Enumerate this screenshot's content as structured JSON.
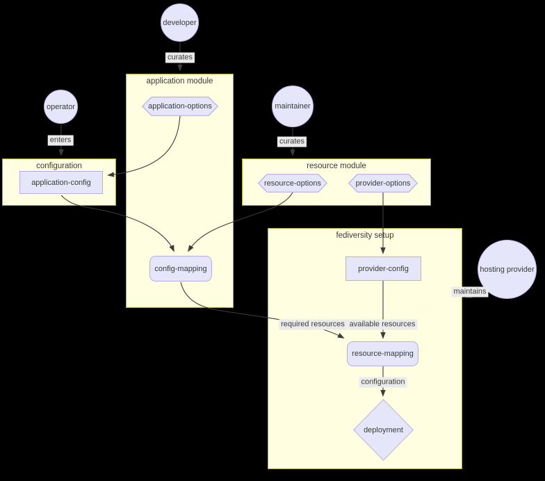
{
  "clusters": {
    "application_module": {
      "label": "application module"
    },
    "configuration": {
      "label": "configuration"
    },
    "resource_module": {
      "label": "resource module"
    },
    "fediversity_setup": {
      "label": "fediversity setup"
    }
  },
  "nodes": {
    "developer": {
      "label": "developer",
      "shape": "circle"
    },
    "operator": {
      "label": "operator",
      "shape": "circle"
    },
    "maintainer": {
      "label": "maintainer",
      "shape": "circle"
    },
    "hosting_provider": {
      "label": "hosting provider",
      "shape": "circle"
    },
    "application_options": {
      "label": "application-options",
      "shape": "hexagon"
    },
    "application_config": {
      "label": "application-config",
      "shape": "box"
    },
    "resource_options": {
      "label": "resource-options",
      "shape": "hexagon"
    },
    "provider_options": {
      "label": "provider-options",
      "shape": "hexagon"
    },
    "config_mapping": {
      "label": "config-mapping",
      "shape": "rounded-box"
    },
    "provider_config": {
      "label": "provider-config",
      "shape": "box"
    },
    "resource_mapping": {
      "label": "resource-mapping",
      "shape": "rounded-box"
    },
    "deployment": {
      "label": "deployment",
      "shape": "diamond"
    }
  },
  "edges": [
    {
      "from": "developer",
      "to": "application module (cluster)",
      "label": "curates"
    },
    {
      "from": "operator",
      "to": "configuration (cluster)",
      "label": "enters"
    },
    {
      "from": "maintainer",
      "to": "resource module (cluster)",
      "label": "curates"
    },
    {
      "from": "hosting provider",
      "to": "fediversity setup (cluster)",
      "label": "maintains"
    },
    {
      "from": "application-options",
      "to": "application-config",
      "label": ""
    },
    {
      "from": "application-config",
      "to": "config-mapping",
      "label": ""
    },
    {
      "from": "resource-options",
      "to": "config-mapping",
      "label": ""
    },
    {
      "from": "provider-options",
      "to": "provider-config",
      "label": ""
    },
    {
      "from": "provider-config",
      "to": "resource-mapping",
      "label": "available resources"
    },
    {
      "from": "config-mapping",
      "to": "resource-mapping",
      "label": "required resources"
    },
    {
      "from": "resource-mapping",
      "to": "deployment",
      "label": "configuration"
    }
  ],
  "colors": {
    "background": "#000000",
    "cluster_fill": "#fffee0",
    "cluster_border": "#aaa82f",
    "node_fill": "#e6e6fa",
    "node_border_purple": "#b7abe8",
    "circle_border": "#c4b2f0",
    "edge": "#3c3c3c",
    "edge_label_bg": "#ebebeb",
    "text": "#3a3a3a"
  }
}
